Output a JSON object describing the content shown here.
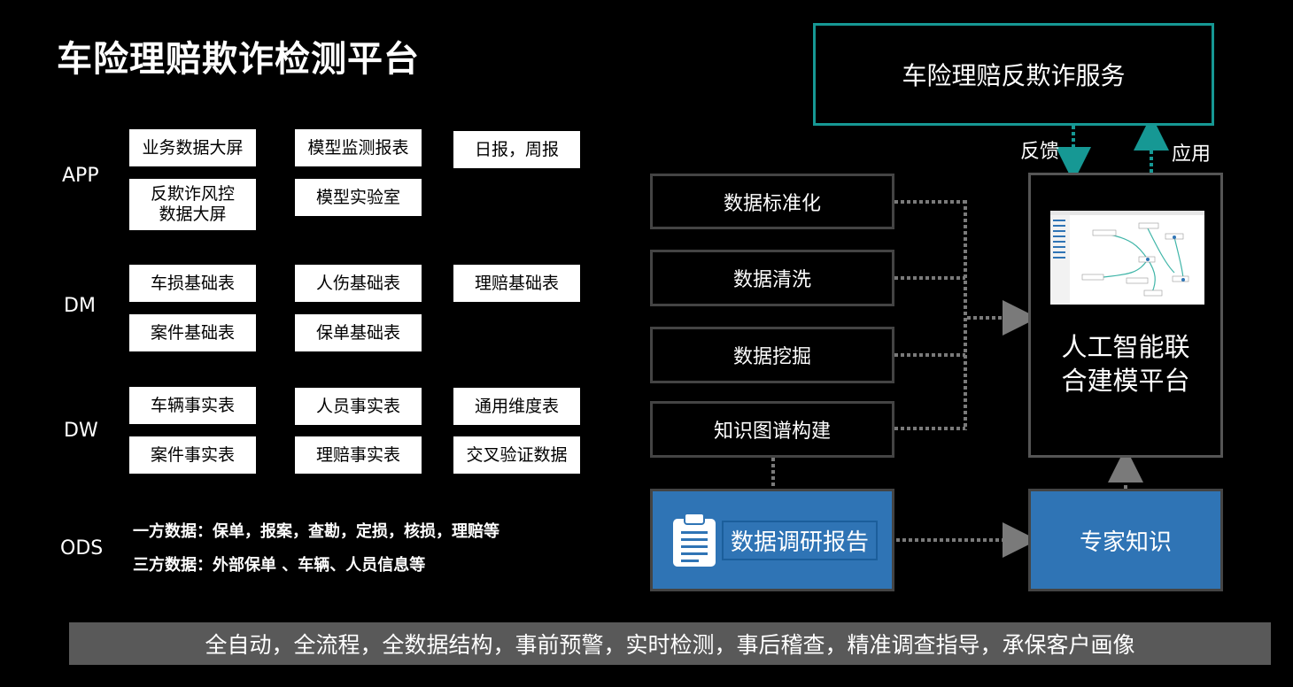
{
  "title": "车险理赔欺诈检测平台",
  "layers": {
    "app": "APP",
    "dm": "DM",
    "dw": "DW",
    "ods": "ODS"
  },
  "app_tables": [
    "业务数据大屏",
    "模型监测报表",
    "日报，周报",
    "反欺诈风控\n数据大屏",
    "模型实验室"
  ],
  "dm_tables": [
    "车损基础表",
    "人伤基础表",
    "理赔基础表",
    "案件基础表",
    "保单基础表"
  ],
  "dw_tables": [
    "车辆事实表",
    "人员事实表",
    "通用维度表",
    "案件事实表",
    "理赔事实表",
    "交叉验证数据"
  ],
  "ods_lines": [
    "一方数据：保单，报案，查勘，定损，核损，理赔等",
    "三方数据：外部保单 、车辆、人员信息等"
  ],
  "anti_fraud_service": "车险理赔反欺诈服务",
  "feedback_label": "反馈",
  "apply_label": "应用",
  "process_steps": [
    "数据标准化",
    "数据清洗",
    "数据挖掘",
    "知识图谱构建"
  ],
  "ai_platform": "人工智能联\n合建模平台",
  "research_report": "数据调研报告",
  "expert_knowledge": "专家知识",
  "footer": "全自动，全流程，全数据结构，事前预警，实时检测，事后稽查，精准调查指导，承保客户画像",
  "colors": {
    "teal": "#169894",
    "blue": "#2f74b5",
    "footer": "#595959"
  }
}
